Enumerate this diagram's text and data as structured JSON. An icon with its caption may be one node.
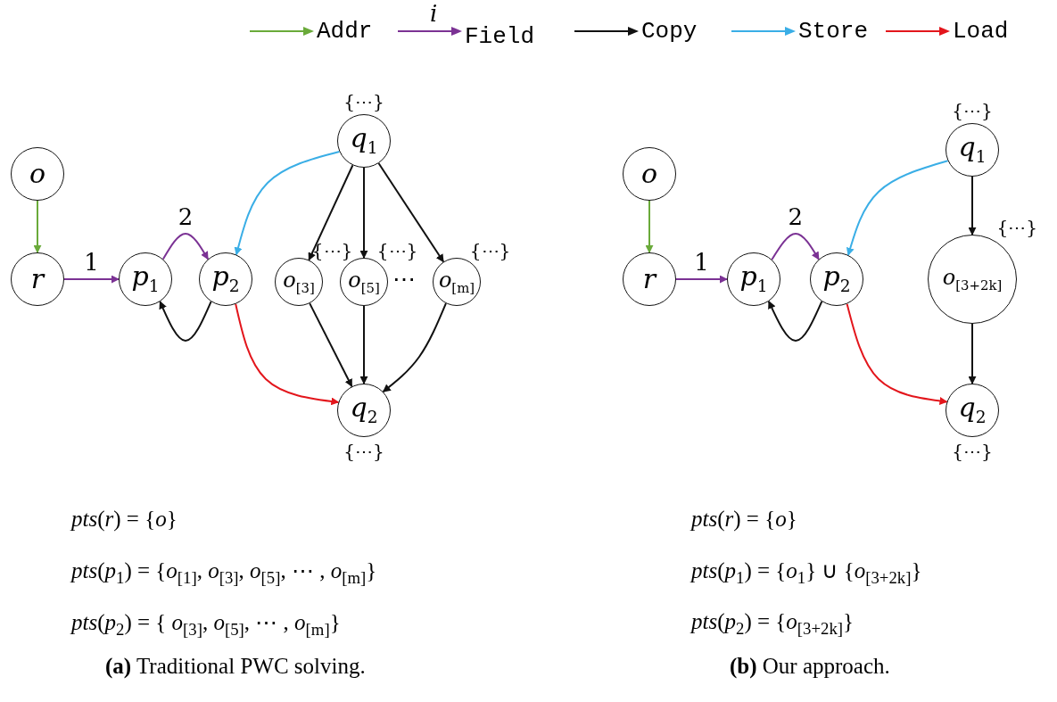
{
  "diagram": {
    "nodes": [
      {
        "text": [
          "*o*"
        ]
      },
      {
        "text": [
          "*r*"
        ]
      },
      {
        "text": [
          "*p*$_{1}$"
        ]
      },
      {
        "text": [
          "*p*$_{2}$"
        ]
      },
      {
        "text": [
          "*q*$_{1}$"
        ],
        "beside": [
          "{⋯}"
        ]
      },
      {
        "text": [
          "*o*$_{[3]}$"
        ],
        "beside": [
          "{⋯}"
        ]
      },
      {
        "text": [
          "*o*$_{[5]}$"
        ],
        "beside": [
          "{⋯}"
        ]
      },
      {
        "text": [
          "*o*$_{[m]}$"
        ],
        "beside": [
          "{⋯}"
        ]
      },
      {
        "text": [
          "*q*$_{2}$"
        ],
        "beside": [
          "{⋯}"
        ]
      },
      {
        "text": [
          "*o*"
        ]
      },
      {
        "text": [
          "*r*"
        ]
      },
      {
        "text": [
          "*p*$_{1}$"
        ]
      },
      {
        "text": [
          "*p*$_{2}$"
        ]
      },
      {
        "text": [
          "*q*$_{1}$"
        ],
        "beside": [
          "{⋯}"
        ]
      },
      {
        "text": [
          "*o*$_{[3+2k]}$"
        ],
        "beside": [
          "{⋯}"
        ]
      },
      {
        "text": [
          "*q*$_{2}$"
        ],
        "beside": [
          "{⋯}"
        ]
      }
    ],
    "edges": [
      {
        "from": 0,
        "to": 1,
        "arrow": "to",
        "color": "#6aaa3a"
      },
      {
        "from": 1,
        "to": 2,
        "arrow": "to",
        "label": "1",
        "color": "#7b3294"
      },
      {
        "from": 2,
        "to": 3,
        "arrow": "to",
        "label": "2",
        "color": "#7b3294"
      },
      {
        "from": 3,
        "to": 2,
        "arrow": "to"
      },
      {
        "from": 4,
        "to": 3,
        "arrow": "to",
        "color": "#3aaee6"
      },
      {
        "from": 3,
        "to": 8,
        "arrow": "to",
        "color": "#e3161c"
      },
      {
        "from": 4,
        "to": 5,
        "arrow": "to"
      },
      {
        "from": 4,
        "to": 6,
        "arrow": "to"
      },
      {
        "from": 4,
        "to": 7,
        "arrow": "to"
      },
      {
        "from": 5,
        "to": 8,
        "arrow": "to"
      },
      {
        "from": 6,
        "to": 8,
        "arrow": "to"
      },
      {
        "from": 7,
        "to": 8,
        "arrow": "to"
      },
      {
        "from": 9,
        "to": 10,
        "arrow": "to",
        "color": "#6aaa3a"
      },
      {
        "from": 10,
        "to": 11,
        "arrow": "to",
        "label": "1",
        "color": "#7b3294"
      },
      {
        "from": 11,
        "to": 12,
        "arrow": "to",
        "label": "2",
        "color": "#7b3294"
      },
      {
        "from": 12,
        "to": 11,
        "arrow": "to"
      },
      {
        "from": 13,
        "to": 12,
        "arrow": "to",
        "color": "#3aaee6"
      },
      {
        "from": 12,
        "to": 15,
        "arrow": "to",
        "color": "#e3161c"
      },
      {
        "from": 13,
        "to": 14,
        "arrow": "to"
      },
      {
        "from": 14,
        "to": 15,
        "arrow": "to"
      }
    ],
    "labels": [
      "*i*",
      "⋯",
      "*pts*(*r*) = {*o*}",
      "*pts*(*p*$_{1}$) = {*o*$_{[1]}$, *o*$_{[3]}$, *o*$_{[5]}$, ⋯ , *o*$_{[m]}$}",
      "*pts*(*p*$_{2}$) = { *o*$_{[3]}$, *o*$_{[5]}$, ⋯ , *o*$_{[m]}$}",
      "**(a)** Traditional PWC solving.",
      "*pts*(*r*) = {*o*}",
      "*pts*(*p*$_{1}$) = {*o*$_{1}$} ∪ {*o*$_{[3+2k]}$}",
      "*pts*(*p*$_{2}$) = {*o*$_{[3+2k]}$}",
      "**(b)** Our approach."
    ],
    "legend": [
      {
        "text": "Addr",
        "color": "#6aaa3a"
      },
      {
        "text": "Field",
        "color": "#7b3294"
      },
      {
        "text": "Copy",
        "color": "#111111"
      },
      {
        "text": "Store",
        "color": "#3aaee6"
      },
      {
        "text": "Load",
        "color": "#e3161c"
      }
    ]
  }
}
